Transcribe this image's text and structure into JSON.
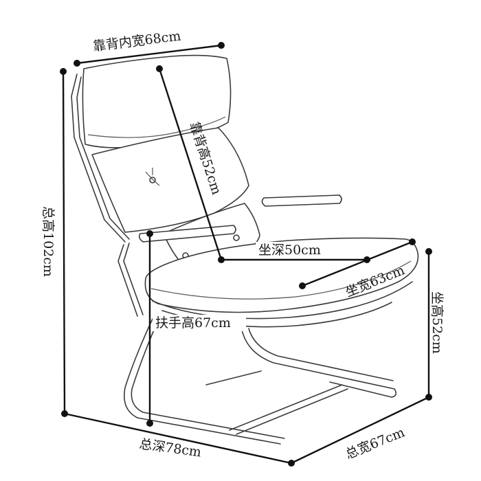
{
  "diagram": {
    "labels": {
      "back_inner_width": "靠背内宽68cm",
      "back_height": "靠背高52cm",
      "total_height": "总高102cm",
      "seat_depth": "坐深50cm",
      "seat_width": "坐宽63cm",
      "armrest_height": "扶手高67cm",
      "seat_height": "坐高52cm",
      "total_depth": "总深78cm",
      "total_width": "总宽67cm"
    },
    "colors": {
      "outline": "#3a3a3a",
      "dimension": "#111111",
      "background": "#ffffff"
    }
  }
}
